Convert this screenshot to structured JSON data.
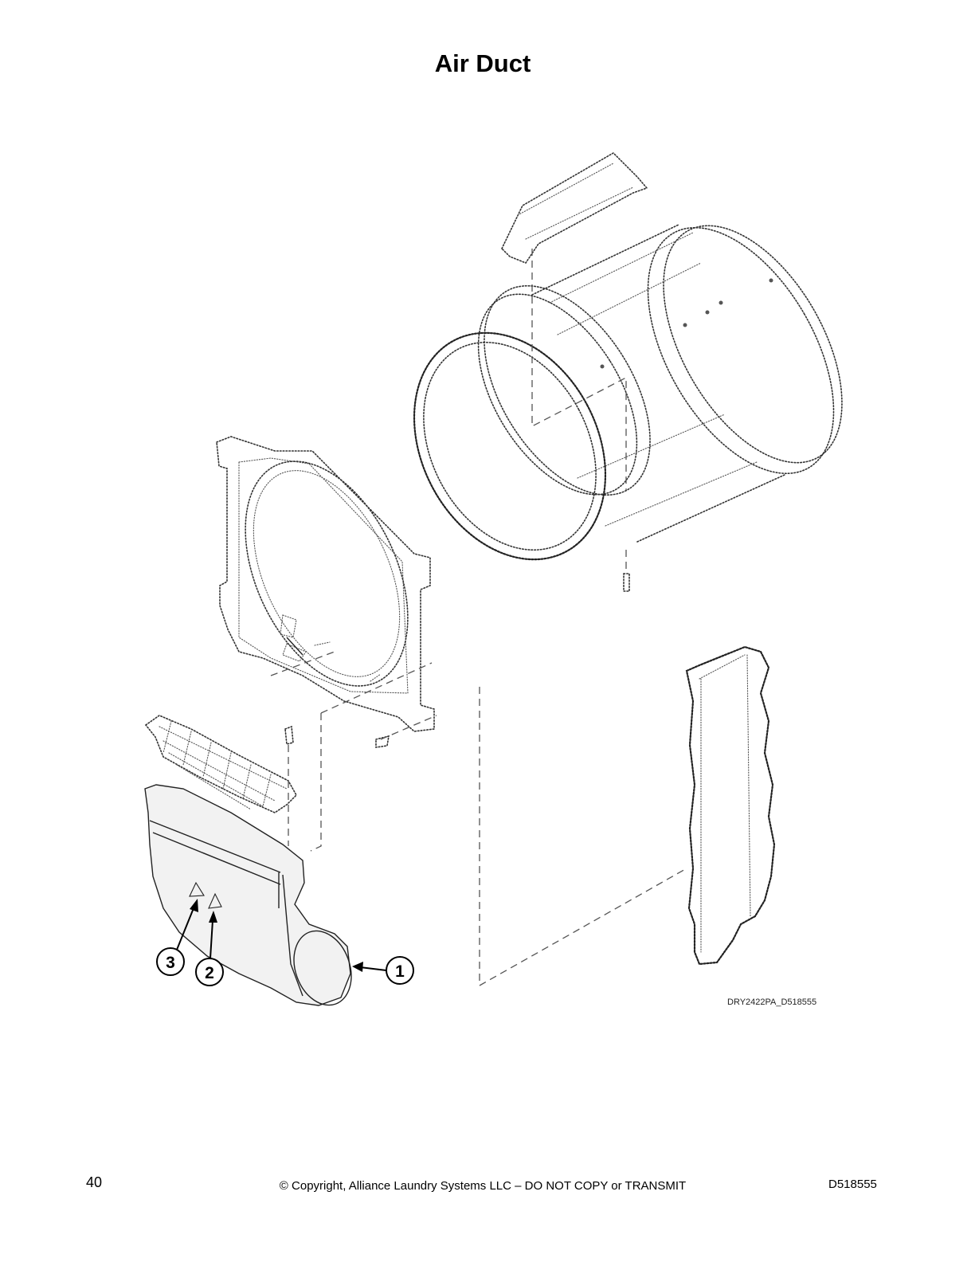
{
  "title": "Air Duct",
  "callouts": [
    {
      "label": "1"
    },
    {
      "label": "2"
    },
    {
      "label": "3"
    }
  ],
  "figure_id": "DRY2422PA_D518555",
  "footer": {
    "page_number": "40",
    "copyright": "© Copyright, Alliance Laundry Systems LLC – DO NOT COPY or TRANSMIT",
    "document_number": "D518555"
  }
}
